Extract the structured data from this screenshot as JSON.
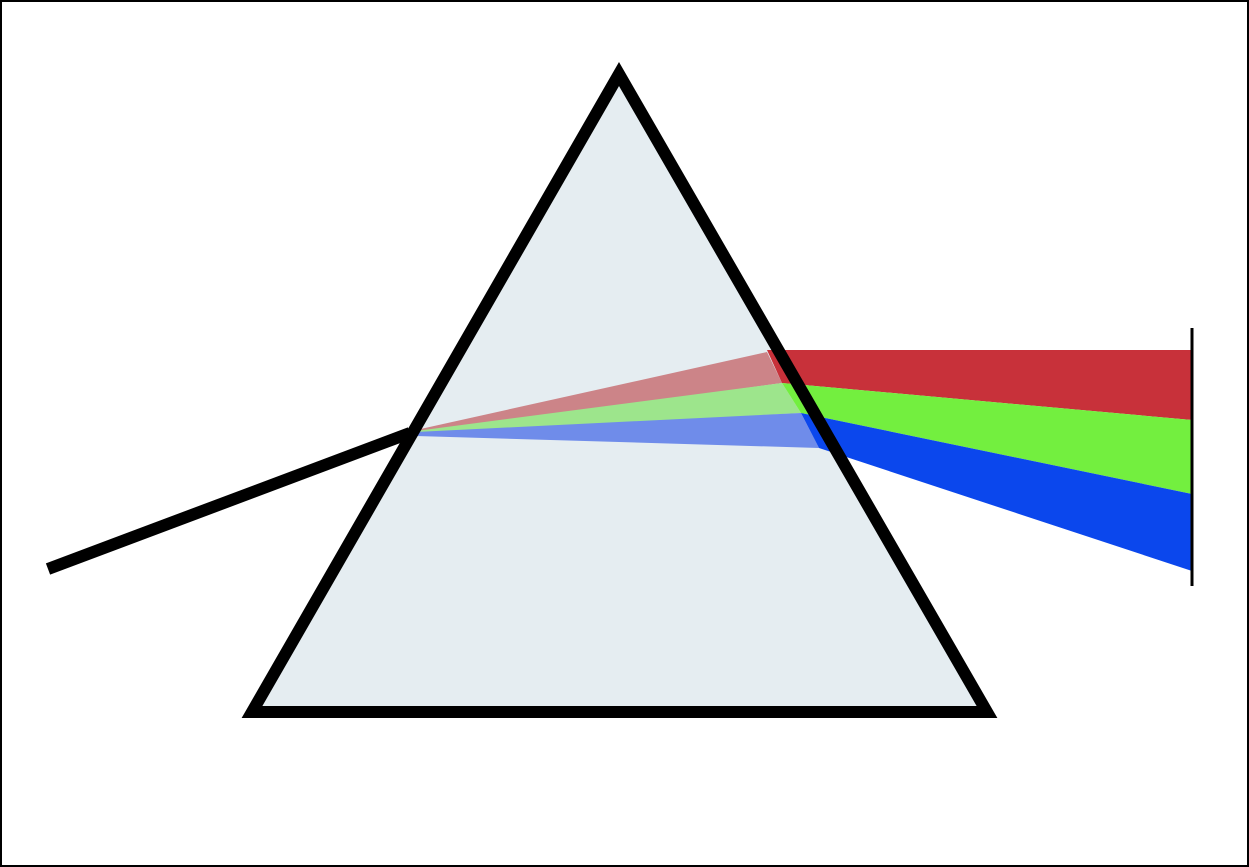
{
  "diagram": {
    "subject": "prism-dispersion",
    "colors": {
      "frame": "#000000",
      "background": "#ffffff",
      "prism_fill": "#e5edf1",
      "prism_outline": "#000000",
      "incident_beam": "#000000",
      "screen": "#000000",
      "red_outside": "#c8313a",
      "green_outside": "#73ef3f",
      "blue_outside": "#0b47ed",
      "red_inside": "#cc8488",
      "green_inside": "#9de58c",
      "blue_inside": "#6f8cea"
    },
    "bands": [
      "red",
      "green",
      "blue"
    ]
  }
}
